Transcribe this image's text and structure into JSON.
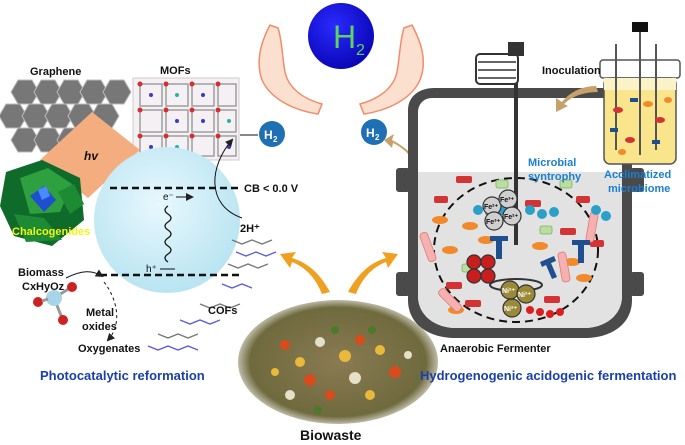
{
  "top": {
    "h2_big": "H",
    "h2_sub": "2"
  },
  "left_panel": {
    "graphene_label": "Graphene",
    "mofs_label": "MOFs",
    "hv_label": "hv",
    "h2_label": "H",
    "h2_sub": "2",
    "cb_label": "CB < 0.0 V",
    "electron_label": "e⁻",
    "hole_label": "h⁺",
    "proton_label": "2H⁺",
    "chalcogenides_label": "Chalcogenides",
    "biomass_label": "Biomass",
    "biomass_formula": "CxHyOz",
    "metal_label_1": "Metal",
    "metal_label_2": "oxides",
    "cofs_label": "COFs",
    "oxygenates_label": "Oxygenates",
    "section_title": "Photocatalytic reformation"
  },
  "right_panel": {
    "h2_label": "H",
    "h2_sub": "2",
    "inoculation_label": "Inoculation",
    "microbial_line_1": "Microbial",
    "microbial_line_2": "syntrophy",
    "acclimatized_line_1": "Acclimatized",
    "acclimatized_line_2": "microbiome",
    "fe_ions": [
      "Fe²⁺",
      "Fe³⁺",
      "Fe³⁺",
      "Fe²⁺"
    ],
    "ni_ions": [
      "Ni²⁺",
      "Ni²⁺",
      "Ni²⁺"
    ],
    "fermenter_label": "Anaerobic Fermenter",
    "section_title": "Hydrogenogenic acidogenic fermentation"
  },
  "bottom": {
    "biowaste_label": "Biowaste"
  },
  "colors": {
    "h2_circle": "#1f6fb5",
    "big_h2": "#1510d8",
    "big_h2_text": "#5fd35f",
    "section_title": "#1a3fa8",
    "microbial": "#1a7fd0",
    "chalcogenides_text": "#f3f316",
    "hv_shape": "#f4ad7e",
    "sphere": "#cfeef8",
    "arrow_orange": "#f0a020"
  }
}
